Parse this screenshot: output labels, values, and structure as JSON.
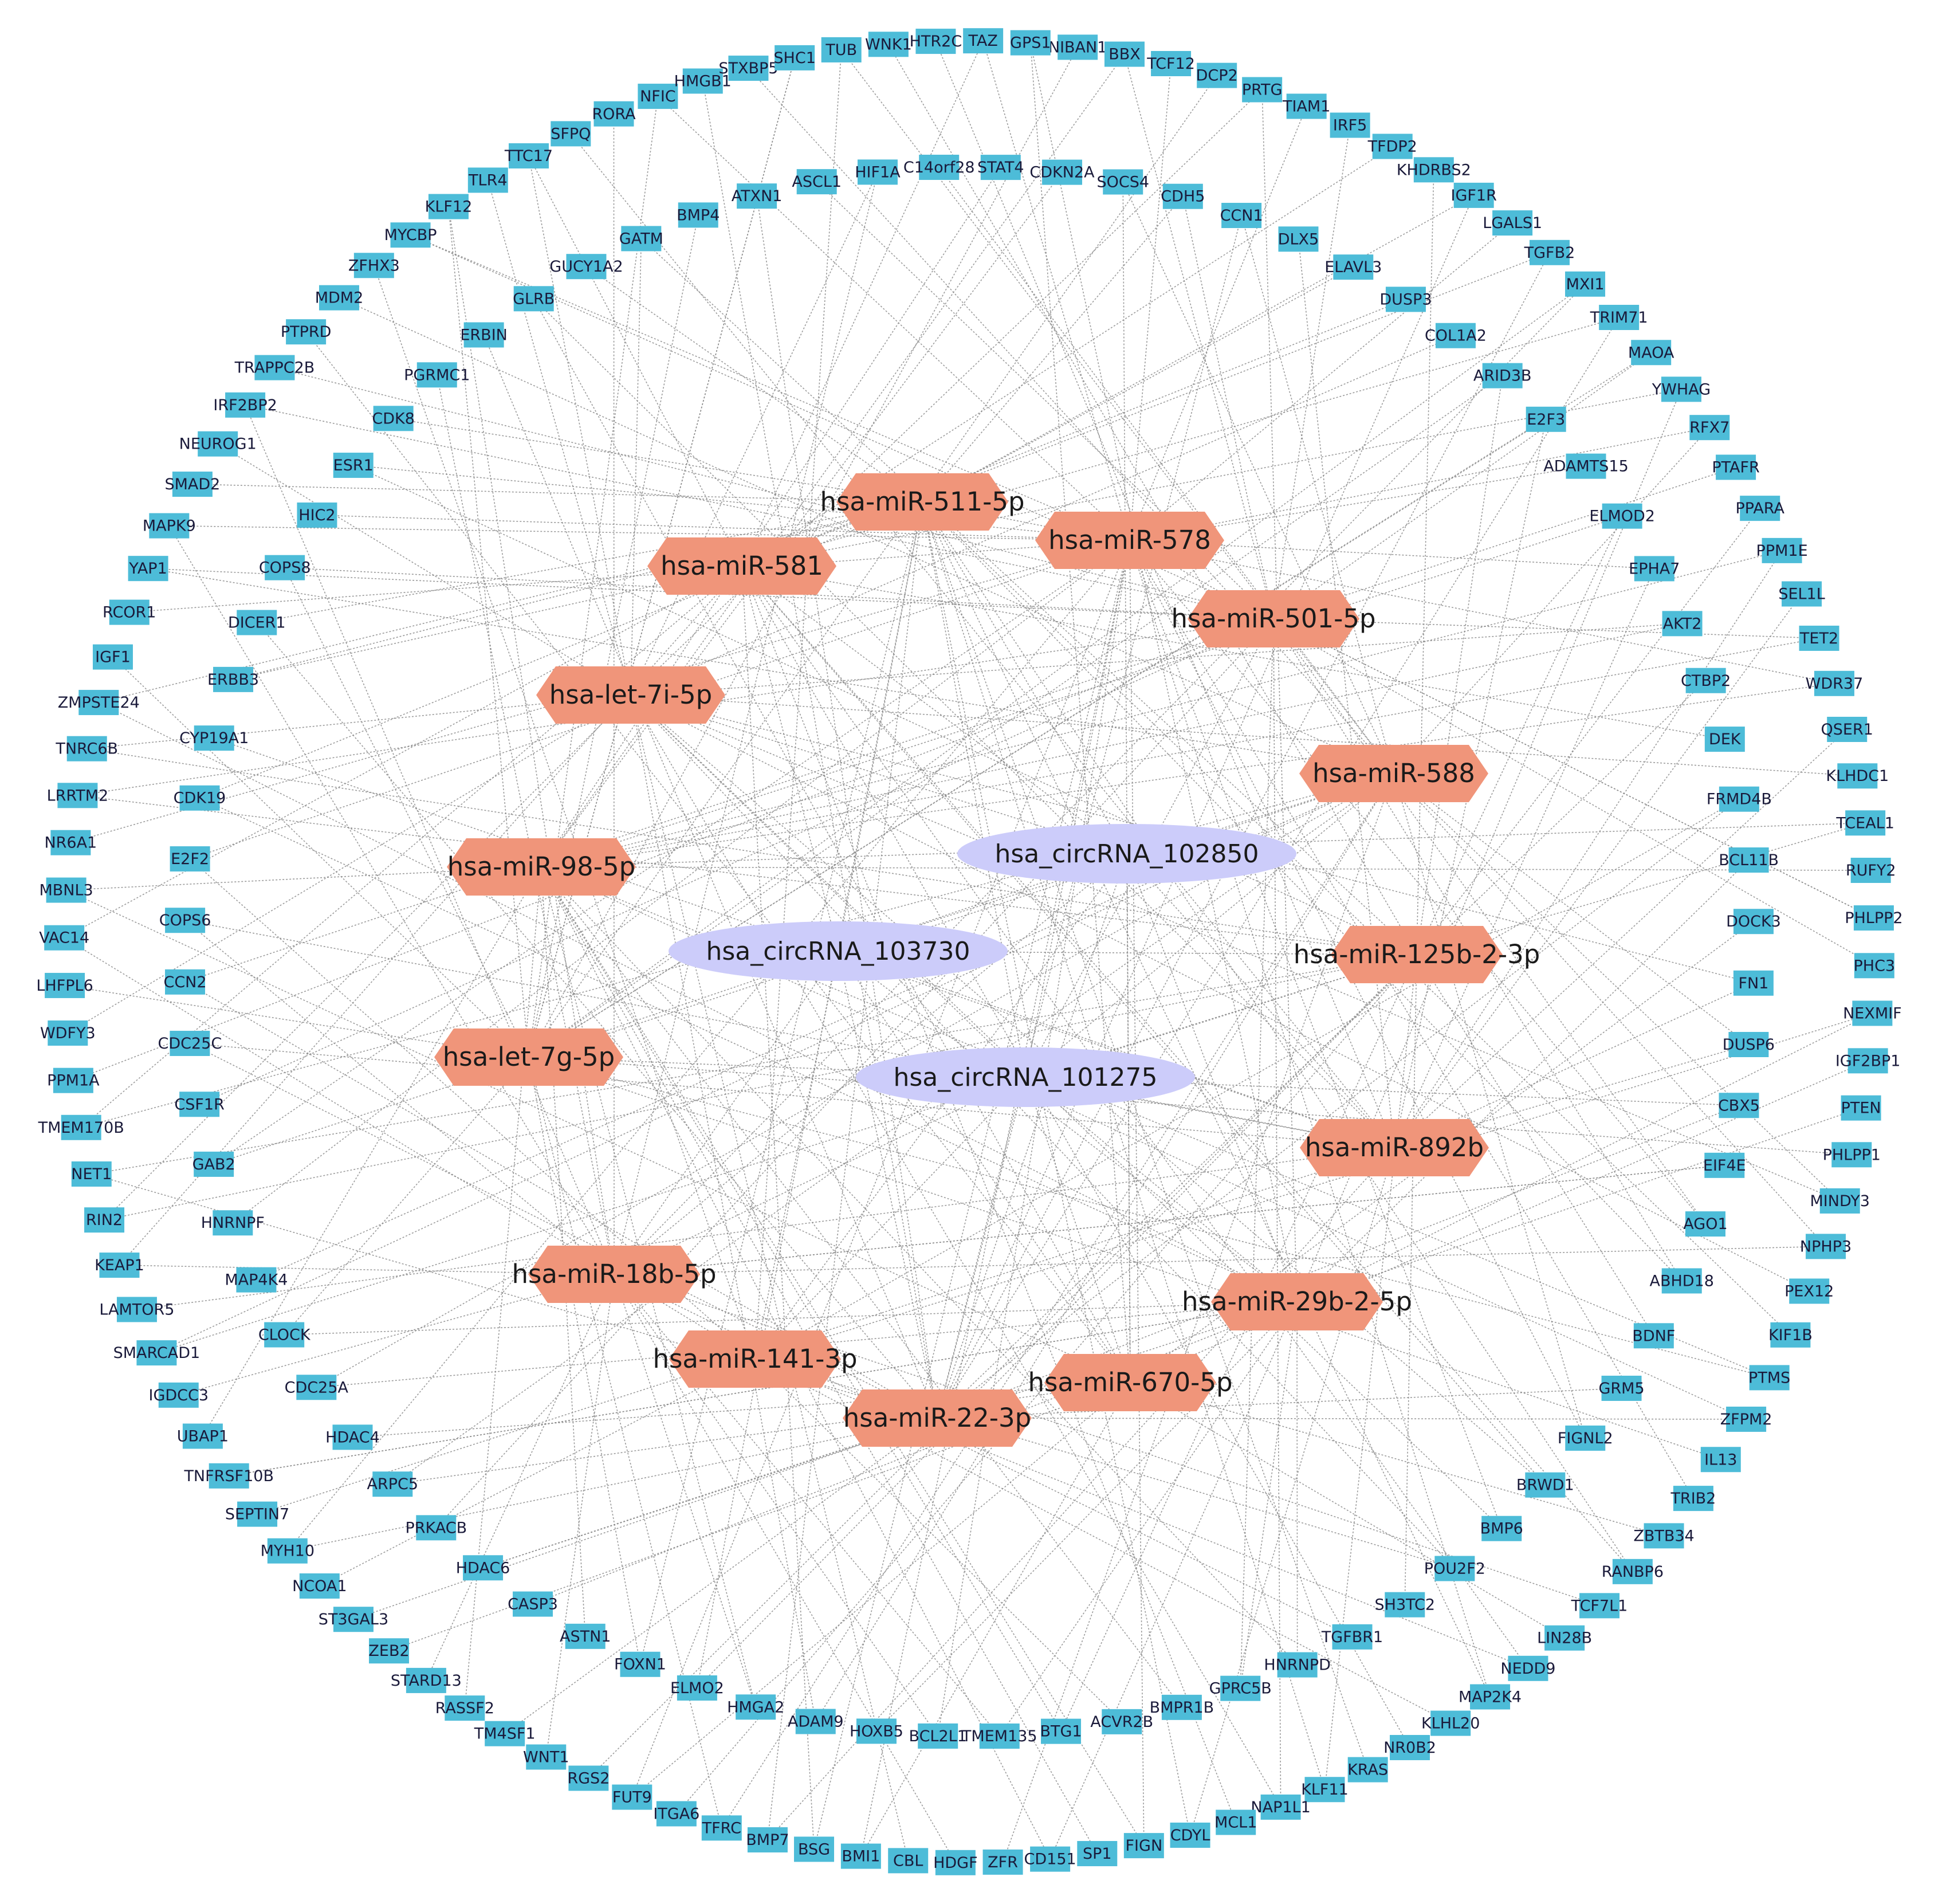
{
  "colors": {
    "gene": "#4dbcd8",
    "mirna": "#f0957a",
    "circrna": "#ccccfa",
    "edge": "#8a8a8a"
  },
  "circrnas": [
    "hsa_circRNA_102850",
    "hsa_circRNA_103730",
    "hsa_circRNA_101275"
  ],
  "mirnas": [
    "hsa-miR-511-5p",
    "hsa-miR-578",
    "hsa-miR-581",
    "hsa-miR-501-5p",
    "hsa-let-7i-5p",
    "hsa-miR-588",
    "hsa-miR-98-5p",
    "hsa-miR-125b-2-3p",
    "hsa-let-7g-5p",
    "hsa-miR-892b",
    "hsa-miR-18b-5p",
    "hsa-miR-29b-2-5p",
    "hsa-miR-141-3p",
    "hsa-miR-670-5p",
    "hsa-miR-22-3p"
  ],
  "genes_outer_ring": [
    "NIBAN1",
    "BBX",
    "TCF12",
    "DCP2",
    "PRTG",
    "TIAM1",
    "IRF5",
    "TFDP2",
    "KHDRBS2",
    "IGF1R",
    "LGALS1",
    "TGFB2",
    "MXI1",
    "TRIM71",
    "MAOA",
    "YWHAG",
    "RFX7",
    "PTAFR",
    "PPARA",
    "PPM1E",
    "SEL1L",
    "TET2",
    "WDR37",
    "QSER1",
    "KLHDC1",
    "TCEAL1",
    "RUFY2",
    "PHLPP2",
    "PHC3",
    "NEXMIF",
    "IGF2BP1",
    "PTEN",
    "PHLPP1",
    "MINDY3",
    "NPHP3",
    "PEX12",
    "KIF1B",
    "PTMS",
    "ZFPM2",
    "IL13",
    "TRIB2",
    "ZBTB34",
    "RANBP6",
    "TCF7L1",
    "LIN28B",
    "NEDD9",
    "MAP2K4",
    "KLHL20",
    "NR0B2",
    "KRAS",
    "KLF11",
    "NAP1L1",
    "MCL1",
    "CDYL",
    "FIGN",
    "SP1",
    "CD151",
    "ZFR",
    "HDGF",
    "CBL",
    "BMI1",
    "BSG",
    "BMP7",
    "TFRC",
    "ITGA6",
    "FUT9",
    "RGS2",
    "WNT1",
    "TM4SF1",
    "RASSF2",
    "STARD13",
    "ZEB2",
    "ST3GAL3",
    "NCOA1",
    "MYH10",
    "SEPTIN7",
    "TNFRSF10B",
    "UBAP1",
    "IGDCC3",
    "SMARCAD1",
    "LAMTOR5",
    "KEAP1",
    "RIN2",
    "NET1",
    "TMEM170B",
    "PPM1A",
    "WDFY3",
    "LHFPL6",
    "VAC14",
    "MBNL3",
    "NR6A1",
    "LRRTM2",
    "TNRC6B",
    "ZMPSTE24",
    "IGF1",
    "RCOR1",
    "YAP1",
    "MAPK9",
    "SMAD2",
    "NEUROG1",
    "IRF2BP2",
    "TRAPPC2B",
    "PTPRD",
    "MDM2",
    "ZFHX3",
    "MYCBP",
    "KLF12",
    "TLR4",
    "TTC17",
    "SFPQ",
    "RORA",
    "NFIC",
    "HMGB1",
    "STXBP5",
    "SHC1",
    "TUB",
    "WNK1",
    "HTR2C",
    "TAZ",
    "GPS1"
  ],
  "genes_inner_ring": [
    "STAT4",
    "CDKN2A",
    "SOCS4",
    "CDH5",
    "CCN1",
    "DLX5",
    "ELAVL3",
    "DUSP3",
    "COL1A2",
    "ARID3B",
    "E2F3",
    "ADAMTS15",
    "ELMOD2",
    "EPHA7",
    "AKT2",
    "CTBP2",
    "DEK",
    "FRMD4B",
    "BCL11B",
    "DOCK3",
    "FN1",
    "DUSP6",
    "CBX5",
    "EIF4E",
    "AGO1",
    "ABHD18",
    "BDNF",
    "GRM5",
    "FIGNL2",
    "BRWD1",
    "BMP6",
    "POU2F2",
    "SH3TC2",
    "TGFBR1",
    "HNRNPD",
    "GPRC5B",
    "BMPR1B",
    "ACVR2B",
    "BTG1",
    "TMEM135",
    "BCL2L1",
    "HOXB5",
    "ADAM9",
    "HMGA2",
    "ELMO2",
    "FOXN1",
    "ASTN1",
    "CASP3",
    "HDAC6",
    "PRKACB",
    "ARPC5",
    "HDAC4",
    "CDC25A",
    "CLOCK",
    "MAP4K4",
    "HNRNPF",
    "GAB2",
    "CSF1R",
    "CDC25C",
    "CCN2",
    "COPS6",
    "E2F2",
    "CDK19",
    "CYP19A1",
    "ERBB3",
    "DICER1",
    "COPS8",
    "HIC2",
    "ESR1",
    "CDK8",
    "PGRMC1",
    "ERBIN",
    "GLRB",
    "GUCY1A2",
    "GATM",
    "BMP4",
    "ATXN1",
    "ASCL1",
    "HIF1A",
    "C14orf28"
  ]
}
